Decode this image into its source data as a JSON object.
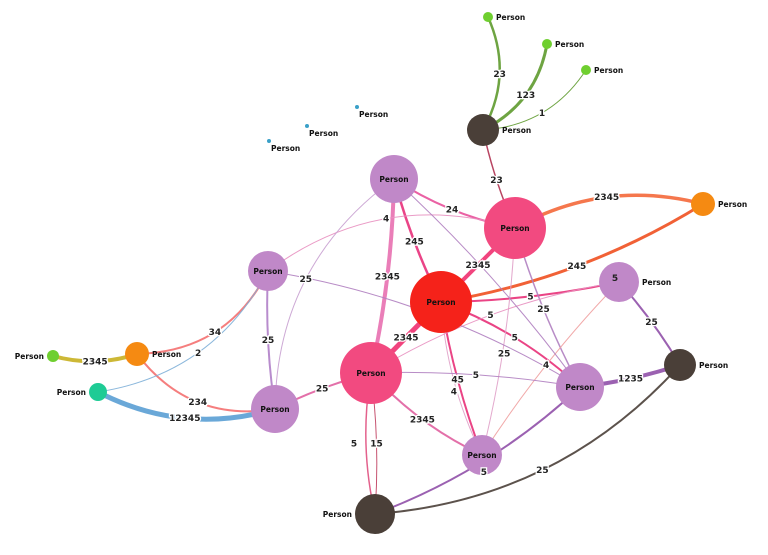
{
  "nodes": [
    {
      "id": "n1",
      "label": "Person",
      "color": "#6fcf2f"
    },
    {
      "id": "n2",
      "label": "Person",
      "color": "#6fcf2f"
    },
    {
      "id": "n3",
      "label": "Person",
      "color": "#6fcf2f"
    },
    {
      "id": "n4",
      "label": "Person",
      "color": "#4a3f38"
    },
    {
      "id": "n5",
      "label": "Person",
      "color": "#3aa0c8"
    },
    {
      "id": "n6",
      "label": "Person",
      "color": "#3aa0c8"
    },
    {
      "id": "n7",
      "label": "Person",
      "color": "#3aa0c8"
    },
    {
      "id": "n8",
      "label": "Person",
      "color": "#c088c8"
    },
    {
      "id": "n9",
      "label": "Person",
      "color": "#f24a80"
    },
    {
      "id": "n10",
      "label": "Person",
      "color": "#f58a12"
    },
    {
      "id": "n11",
      "label": "Person",
      "color": "#c088c8"
    },
    {
      "id": "n12",
      "label": "Person",
      "color": "#f5221a"
    },
    {
      "id": "n13",
      "label": "Person",
      "inner": "5",
      "color": "#c088c8"
    },
    {
      "id": "n14",
      "label": "Person",
      "color": "#6fcf2f"
    },
    {
      "id": "n15",
      "label": "Person",
      "color": "#f58a12"
    },
    {
      "id": "n16",
      "label": "Person",
      "color": "#1ecb95"
    },
    {
      "id": "n17",
      "label": "Person",
      "color": "#f24a80"
    },
    {
      "id": "n18",
      "label": "Person",
      "color": "#c088c8"
    },
    {
      "id": "n19",
      "label": "Person",
      "color": "#c088c8"
    },
    {
      "id": "n20",
      "label": "Person",
      "color": "#4a3f38"
    },
    {
      "id": "n21",
      "label": "Person",
      "color": "#c088c8"
    },
    {
      "id": "n22",
      "label": "Person",
      "color": "#4a3f38"
    }
  ],
  "edges": [
    {
      "s": "n4",
      "t": "n1",
      "label": "23",
      "color": "#5e9a2e"
    },
    {
      "s": "n4",
      "t": "n2",
      "label": "123",
      "color": "#5e9a2e"
    },
    {
      "s": "n4",
      "t": "n3",
      "label": "1",
      "color": "#5e9a2e"
    },
    {
      "s": "n4",
      "t": "n9",
      "label": "23",
      "color": "#b03050"
    },
    {
      "s": "n9",
      "t": "n10",
      "label": "2345",
      "color": "#f4683a"
    },
    {
      "s": "n12",
      "t": "n10",
      "label": "245",
      "color": "#f05020"
    },
    {
      "s": "n8",
      "t": "n9",
      "label": "24",
      "color": "#e8509a"
    },
    {
      "s": "n8",
      "t": "n12",
      "label": "245",
      "color": "#e8307a"
    },
    {
      "s": "n8",
      "t": "n17",
      "label": "2345",
      "color": "#e870b0"
    },
    {
      "s": "n12",
      "t": "n9",
      "label": "2345",
      "color": "#f03070"
    },
    {
      "s": "n12",
      "t": "n17",
      "label": "2345",
      "color": "#f03070"
    },
    {
      "s": "n12",
      "t": "n13",
      "label": "5",
      "color": "#e83078"
    },
    {
      "s": "n12",
      "t": "n19",
      "label": "5",
      "color": "#e83078"
    },
    {
      "s": "n9",
      "t": "n19",
      "label": "25",
      "color": "#b080c0"
    },
    {
      "s": "n11",
      "t": "n9",
      "label": "4",
      "color": "#e890c0"
    },
    {
      "s": "n11",
      "t": "n15",
      "label": "34",
      "color": "#f47070"
    },
    {
      "s": "n15",
      "t": "n18",
      "label": "234",
      "color": "#f47070"
    },
    {
      "s": "n16",
      "t": "n11",
      "label": "2",
      "color": "#80b0d8"
    },
    {
      "s": "n14",
      "t": "n15",
      "label": "2345",
      "color": "#c8b020"
    },
    {
      "s": "n16",
      "t": "n18",
      "label": "12345",
      "color": "#5a9fd4"
    },
    {
      "s": "n11",
      "t": "n18",
      "label": "25",
      "color": "#b080c8"
    },
    {
      "s": "n18",
      "t": "n8",
      "label": "25",
      "color": "#c8a0d0"
    },
    {
      "s": "n17",
      "t": "n18",
      "label": "25",
      "color": "#e060a0"
    },
    {
      "s": "n19",
      "t": "n20",
      "label": "1235",
      "color": "#9050a8"
    },
    {
      "s": "n22",
      "t": "n20",
      "label": "25",
      "color": "#4a3f38"
    },
    {
      "s": "n22",
      "t": "n19",
      "label": "5",
      "color": "#9050a8"
    },
    {
      "s": "n17",
      "t": "n22",
      "label": "15",
      "color": "#c04060"
    },
    {
      "s": "n17",
      "t": "n22",
      "label": "5",
      "color": "#e05080"
    },
    {
      "s": "n12",
      "t": "n21",
      "label": "45",
      "color": "#e83078"
    },
    {
      "s": "n17",
      "t": "n21",
      "label": "2345",
      "color": "#e060a0"
    },
    {
      "s": "n13",
      "t": "n20",
      "label": "25",
      "color": "#9050a8"
    },
    {
      "s": "n9",
      "t": "n21",
      "label": "25",
      "color": "#e0a0c8"
    },
    {
      "s": "n12",
      "t": "n21",
      "label": "4",
      "color": "#e0a0c8"
    },
    {
      "s": "n13",
      "t": "n17",
      "label": "5",
      "color": "#e890c0"
    },
    {
      "s": "n13",
      "t": "n21",
      "label": "4",
      "color": "#f0a0a0"
    },
    {
      "s": "n17",
      "t": "n19",
      "label": "5",
      "color": "#b080c0"
    },
    {
      "s": "n11",
      "t": "n19",
      "label": "",
      "color": "#b080c0"
    },
    {
      "s": "n8",
      "t": "n19",
      "label": "",
      "color": "#b080c0"
    }
  ]
}
